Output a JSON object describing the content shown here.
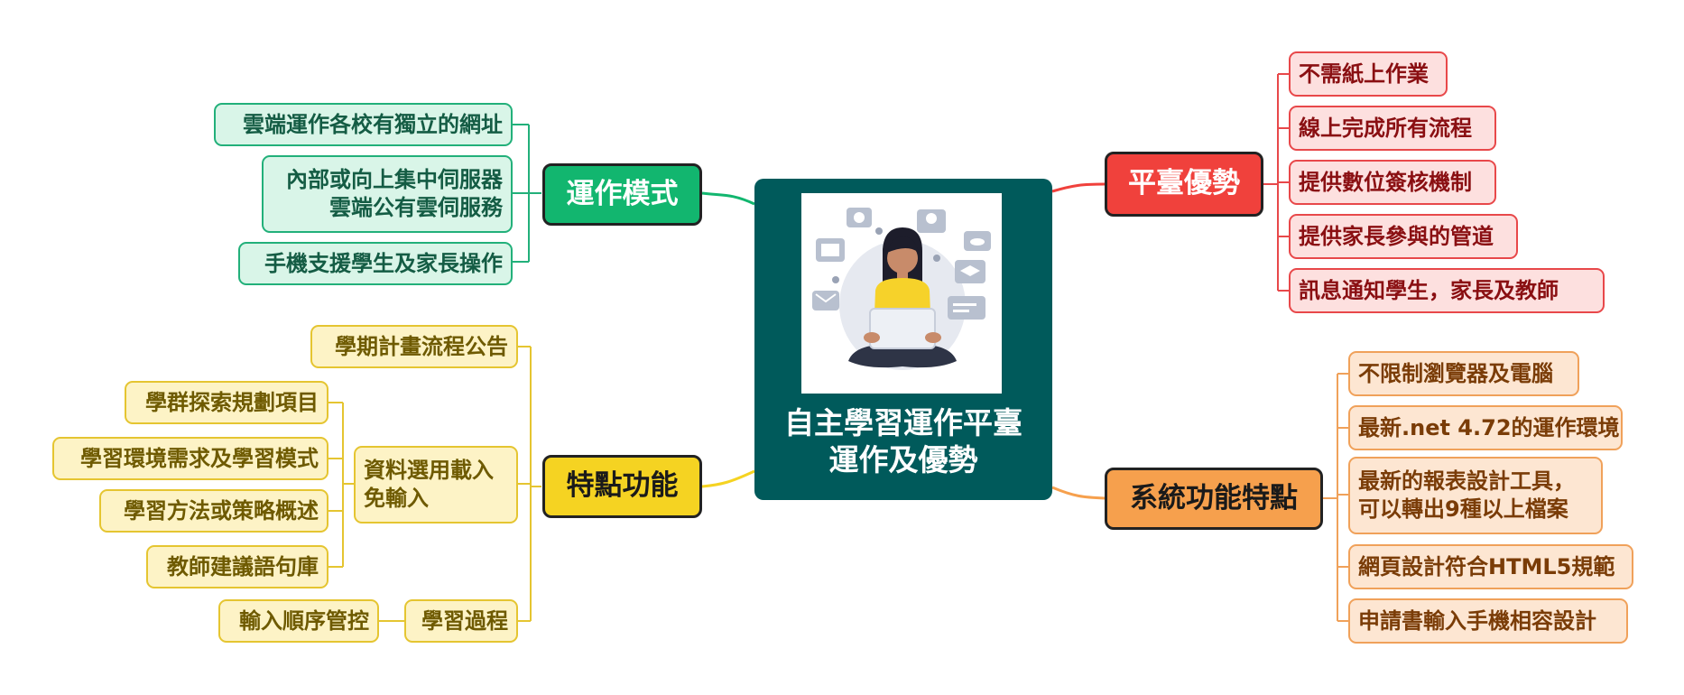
{
  "center": {
    "title_line1": "自主學習運作平臺",
    "title_line2": "運作及優勢"
  },
  "colors": {
    "operation": "#12b66f",
    "advantages": "#f0413c",
    "features": "#f5d322",
    "system": "#f6a04d",
    "center": "#005a5b"
  },
  "branches": {
    "operation": {
      "label": "運作模式",
      "items": [
        "雲端運作各校有獨立的網址",
        "內部或向上集中伺服器",
        "雲端公有雲伺服務",
        "手機支援學生及家長操作"
      ]
    },
    "advantages": {
      "label": "平臺優勢",
      "items": [
        "不需紙上作業",
        "線上完成所有流程",
        "提供數位簽核機制",
        "提供家長參與的管道",
        "訊息通知學生，家長及教師"
      ]
    },
    "features": {
      "label": "特點功能",
      "items": [
        "學期計畫流程公告",
        "資料選用載入",
        "免輸入",
        "學習過程"
      ],
      "data_items": [
        "學群探索規劃項目",
        "學習環境需求及學習模式",
        "學習方法或策略概述",
        "教師建議語句庫"
      ],
      "process_items": [
        "輸入順序管控"
      ]
    },
    "system": {
      "label": "系統功能特點",
      "items": [
        "不限制瀏覽器及電腦",
        "最新.net 4.72的運作環境",
        "最新的報表設計工具，",
        "可以轉出9種以上檔案",
        "網頁設計符合HTML5規範",
        "申請書輸入手機相容設計"
      ]
    }
  },
  "illustration": {
    "icons": [
      "globe-icon",
      "award-icon",
      "cloud-icon",
      "book-icon",
      "graduation-cap-icon",
      "mail-icon",
      "chat-icon",
      "heart-icon"
    ]
  }
}
